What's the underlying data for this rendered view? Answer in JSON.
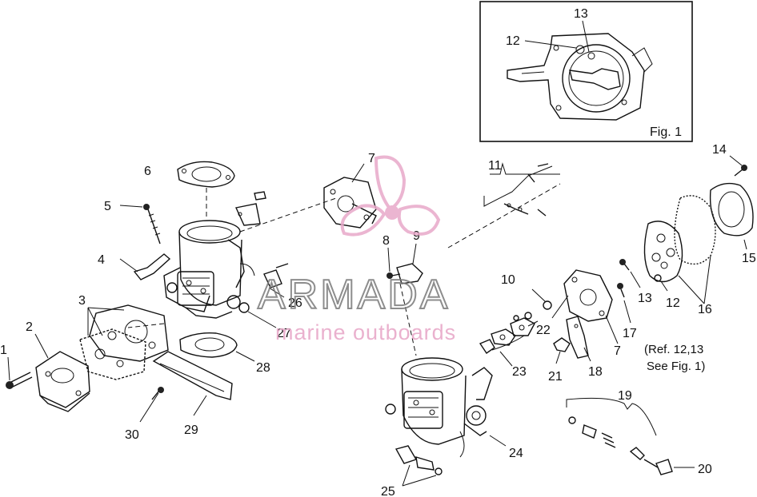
{
  "colors": {
    "ink": "#111111",
    "watermark_pink": "#e8a9c9",
    "watermark_gray": "#7a7a7a",
    "background": "#ffffff"
  },
  "callouts": [
    "1",
    "2",
    "3",
    "4",
    "5",
    "6",
    "7",
    "8",
    "9",
    "10",
    "11",
    "12",
    "13",
    "14",
    "15",
    "16",
    "17",
    "18",
    "19",
    "20",
    "21",
    "22",
    "23",
    "24",
    "25",
    "26",
    "27",
    "28",
    "29",
    "30"
  ],
  "inset": {
    "label": "Fig. 1",
    "callout_a": "12",
    "callout_b": "13"
  },
  "reference_note": {
    "line1": "(Ref. 12,13",
    "line2": "See Fig. 1)"
  },
  "watermark": {
    "brand": "ARMADA",
    "tagline": "marine outboards"
  }
}
